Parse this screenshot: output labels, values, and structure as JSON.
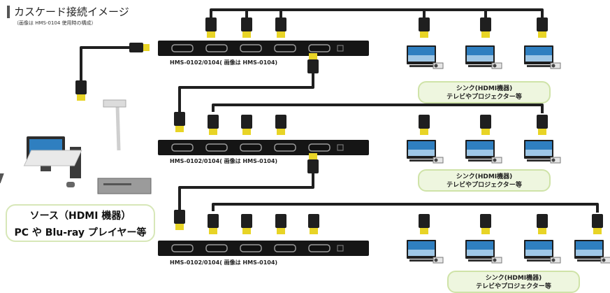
{
  "title": "カスケード接続イメージ",
  "subtitle": "（画像は HMS-0104 使用時の構成）",
  "source_box": {
    "line1": "ソース（HDMI 機器）",
    "line2": "PC や Blu-ray プレイヤー等"
  },
  "splitters": [
    {
      "model": "HMS-0102/0104( 画像は HMS-0104)"
    },
    {
      "model": "HMS-0102/0104( 画像は HMS-0104)"
    },
    {
      "model": "HMS-0102/0104( 画像は HMS-0104)"
    }
  ],
  "sink_boxes": [
    {
      "line1": "シンク(HDMI機器)",
      "line2": "テレビやプロジェクター等"
    },
    {
      "line1": "シンク(HDMI機器)",
      "line2": "テレビやプロジェクター等"
    },
    {
      "line1": "シンク(HDMI機器)",
      "line2": "テレビやプロジェクター等"
    }
  ],
  "colors": {
    "cable": "#1f1f1f",
    "connector_tip": "#e8d426",
    "splitter": "#151515",
    "box_border": "#cfe3a8",
    "box_fill": "#eef6df",
    "screen": "#2f7fc0"
  }
}
